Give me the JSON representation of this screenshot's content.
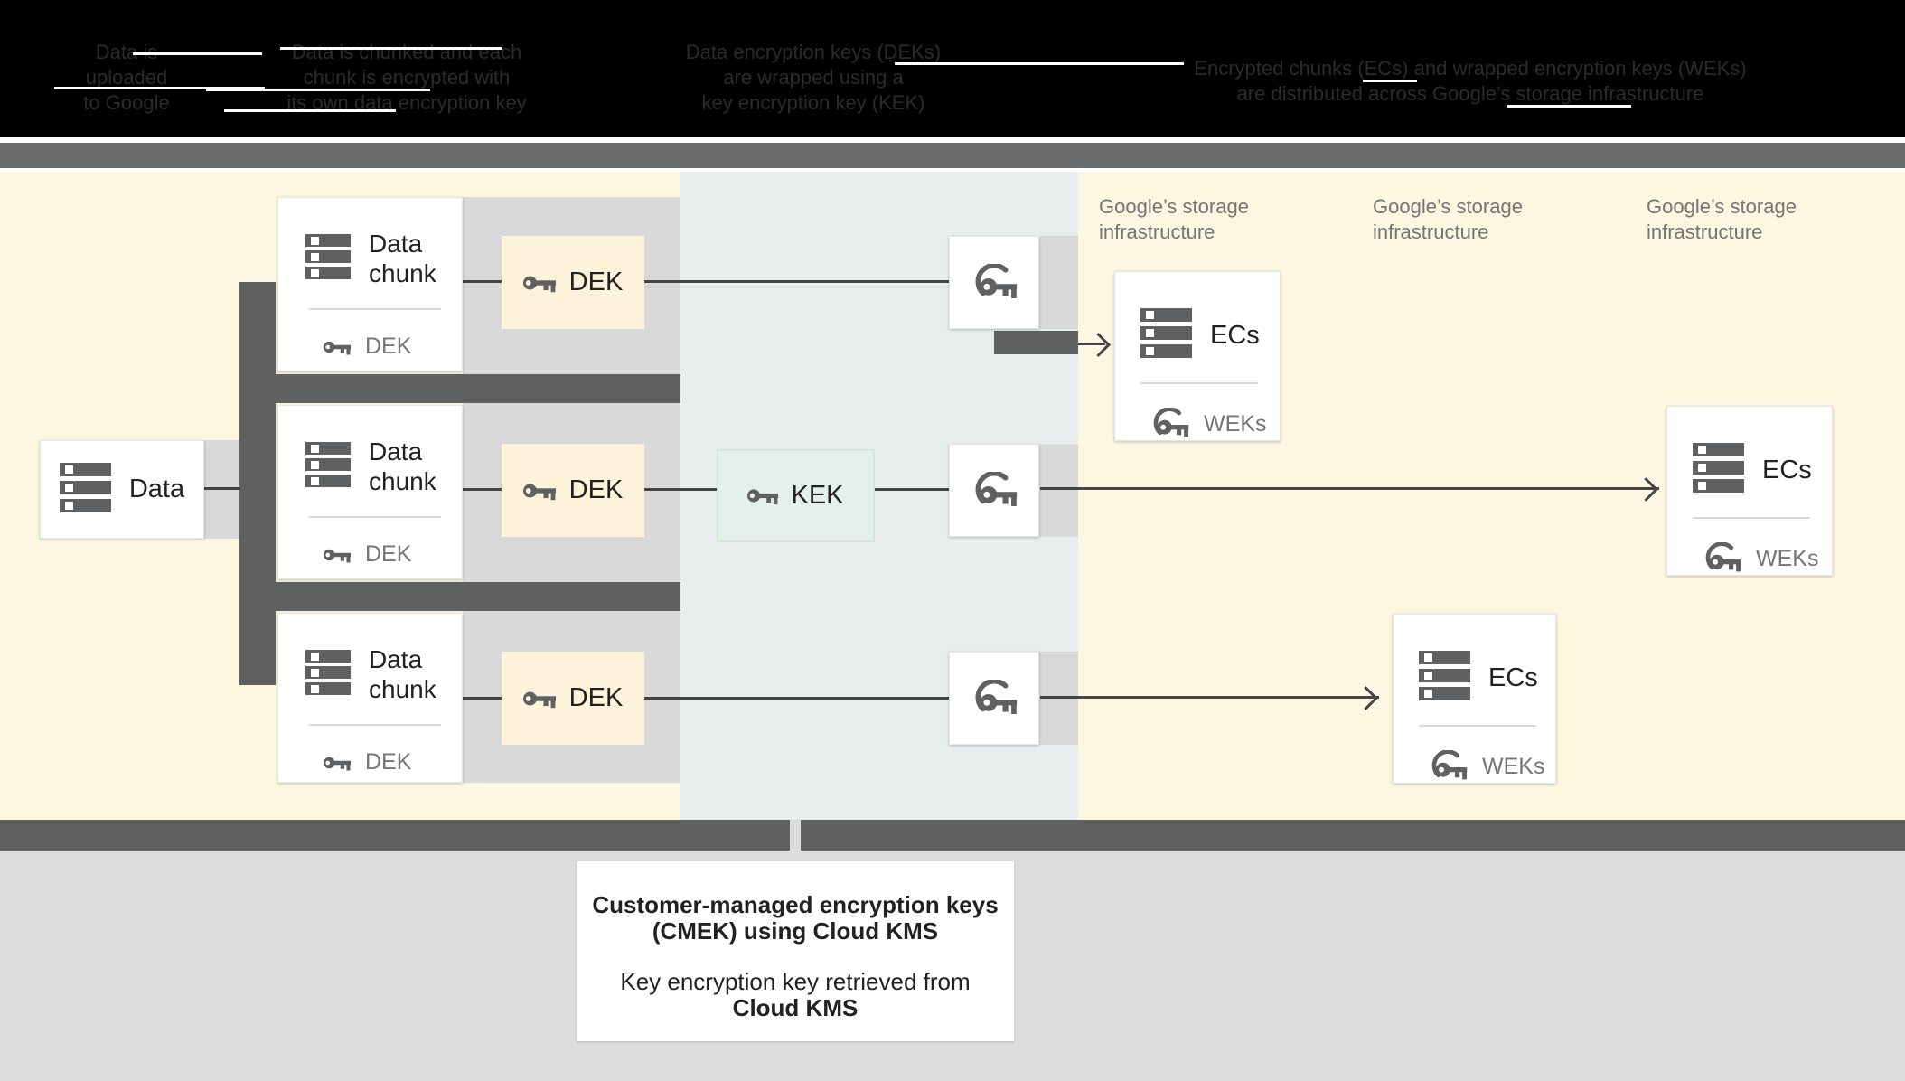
{
  "header": {
    "bg": "#000000",
    "text_color": "#2b2b2b",
    "columns": [
      {
        "lines": [
          "Data is",
          "uploaded",
          "to Google"
        ]
      },
      {
        "lines": [
          "Data is chunked and each",
          "chunk is encrypted with",
          "its own data encryption key"
        ]
      },
      {
        "lines": [
          "Data encryption keys (DEKs)",
          "are wrapped using a",
          "key encryption key (KEK)"
        ]
      },
      {
        "lines": [
          "Encrypted chunks (ECs) and wrapped encryption keys (WEKs)",
          "are distributed across Google’s storage infrastructure"
        ]
      }
    ]
  },
  "diagram": {
    "colors": {
      "cream_panel": "#fdf6e0",
      "middle_panel": "#e8edee",
      "dek_fill": "#fcf3da",
      "kek_fill": "#e4f1ea",
      "connector_dark": "#5f6062",
      "connector_light": "#d9d9d9",
      "arrow_line": "#434446",
      "label_gray": "#757575"
    },
    "data_box": {
      "label": "Data"
    },
    "chunk_boxes": [
      {
        "title": "Data chunk",
        "key_label": "DEK"
      },
      {
        "title": "Data chunk",
        "key_label": "DEK"
      },
      {
        "title": "Data chunk",
        "key_label": "DEK"
      }
    ],
    "dek_boxes": [
      {
        "label": "DEK"
      },
      {
        "label": "DEK"
      },
      {
        "label": "DEK"
      }
    ],
    "kek_box": {
      "label": "KEK"
    },
    "storage_labels": [
      {
        "text": "Google’s storage infrastructure"
      },
      {
        "text": "Google’s storage infrastructure"
      },
      {
        "text": "Google’s storage infrastructure"
      }
    ],
    "ec_boxes": [
      {
        "title": "ECs",
        "key_label": "WEKs"
      },
      {
        "title": "ECs",
        "key_label": "WEKs"
      },
      {
        "title": "ECs",
        "key_label": "WEKs"
      }
    ]
  },
  "caption": {
    "title_line1": "Customer-managed encryption keys",
    "title_line2": "(CMEK) using Cloud KMS",
    "body_line1": "Key encryption key retrieved from",
    "body_line2": "Cloud KMS"
  }
}
